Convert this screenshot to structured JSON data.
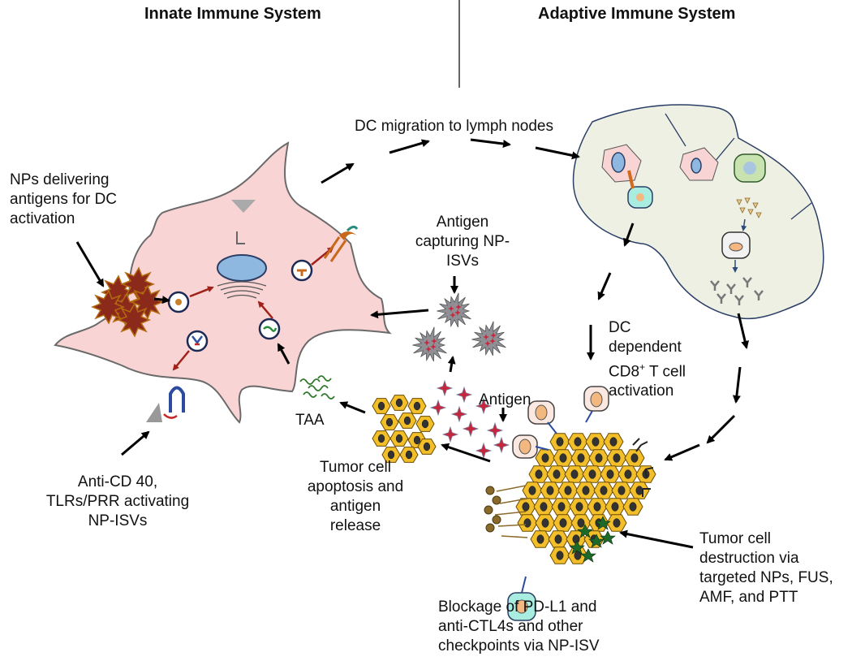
{
  "headers": {
    "innate": "Innate  Immune System",
    "adaptive": "Adaptive Immune System"
  },
  "labels": {
    "np_delivering": [
      "NPs delivering",
      "antigens  for DC",
      "activation"
    ],
    "dc_migration": "DC migration to lymph nodes",
    "antigen_capturing": [
      "Antigen",
      "capturing NP-",
      "ISVs"
    ],
    "dc_dependent": [
      "DC",
      "dependent",
      "CD8",
      "+",
      " T cell",
      "activation"
    ],
    "antigen": "Antigen",
    "taa": "TAA",
    "tumor_apoptosis": [
      "Tumor cell",
      "apoptosis and",
      "antigen",
      "release"
    ],
    "anti_cd40": [
      "Anti-CD 40,",
      "TLRs/PRR activating",
      "NP-ISVs"
    ],
    "tumor_destruction": [
      "Tumor cell",
      "destruction via",
      "targeted NPs, FUS,",
      "AMF,  and PTT"
    ],
    "blockage": [
      "Blockage of PD-L1 and",
      "anti-CTL4s and other",
      "checkpoints via NP-ISV"
    ]
  },
  "colors": {
    "dc_cell": "#f9d4d4",
    "lymph_node": "#eef0e4",
    "tumor_cell": "#f2bf2a",
    "nucleus": "#8fb8e0",
    "t_cell": "#a9ece0",
    "arrow": "#000000",
    "red_arrow": "#a0211a"
  }
}
